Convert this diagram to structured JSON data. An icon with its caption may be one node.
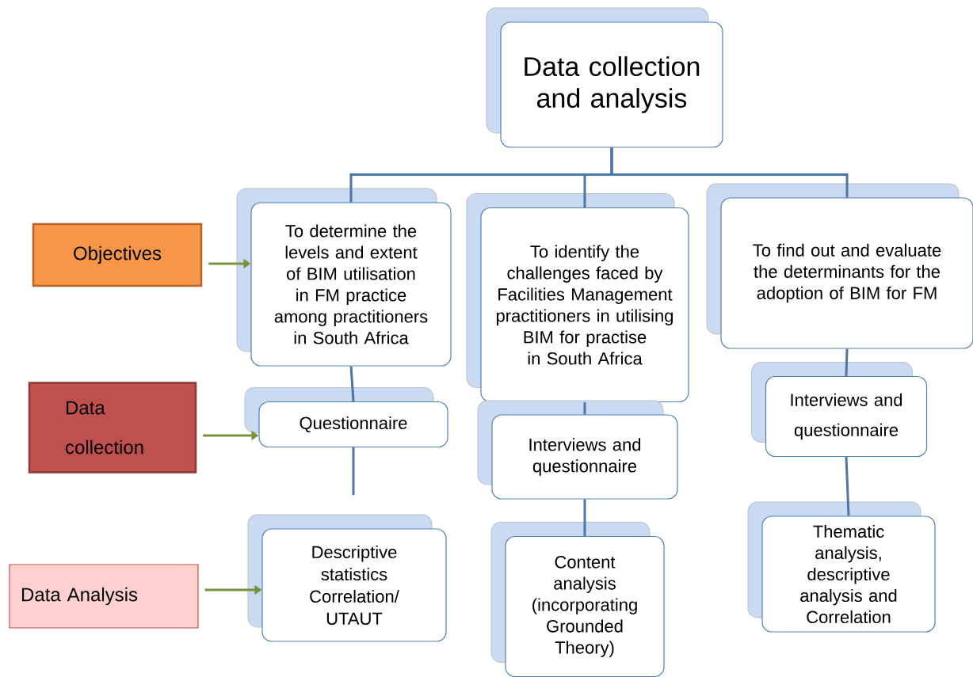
{
  "diagram": {
    "nodes": [
      {
        "text": [
          "Data collection and analysis"
        ]
      },
      {
        "text": [
          "Objectives"
        ]
      },
      {
        "text": [
          "To determine the levels and extent of BIM utilisation in FM practice among practitioners in South Africa"
        ]
      },
      {
        "text": [
          "To identify the challenges faced by Facilities Management practitioners in utilising BIM for practise in South Africa"
        ]
      },
      {
        "text": [
          "To find out and evaluate the determinants for the adoption of BIM for FM"
        ]
      },
      {
        "text": [
          "Data collection"
        ]
      },
      {
        "text": [
          "Questionnaire"
        ]
      },
      {
        "text": [
          "Interviews and questionnaire"
        ]
      },
      {
        "text": [
          "Interviews and questionnaire"
        ]
      },
      {
        "text": [
          "Data Analysis"
        ]
      },
      {
        "text": [
          "Descriptive statistics Correlation/ UTAUT"
        ]
      },
      {
        "text": [
          "Content analysis (incorporating Grounded Theory)"
        ]
      },
      {
        "text": [
          "Thematic analysis, descriptive analysis and Correlation"
        ]
      }
    ],
    "edges": [
      {
        "from": 0,
        "to": 2,
        "arrow": "none"
      },
      {
        "from": 0,
        "to": 3,
        "arrow": "none"
      },
      {
        "from": 0,
        "to": 4,
        "arrow": "none"
      },
      {
        "from": 2,
        "to": 6,
        "arrow": "none"
      },
      {
        "from": 6,
        "to": null,
        "arrow": "none"
      },
      {
        "from": 3,
        "to": 7,
        "arrow": "none"
      },
      {
        "from": 7,
        "to": 11,
        "arrow": "none"
      },
      {
        "from": 4,
        "to": 8,
        "arrow": "none"
      },
      {
        "from": 8,
        "to": 12,
        "arrow": "none"
      },
      {
        "from": 1,
        "to": 2,
        "arrow": "to",
        "color": "#77933c"
      },
      {
        "from": 5,
        "to": 6,
        "arrow": "to",
        "color": "#77933c"
      },
      {
        "from": 9,
        "to": 10,
        "arrow": "to",
        "color": "#77933c"
      }
    ]
  }
}
